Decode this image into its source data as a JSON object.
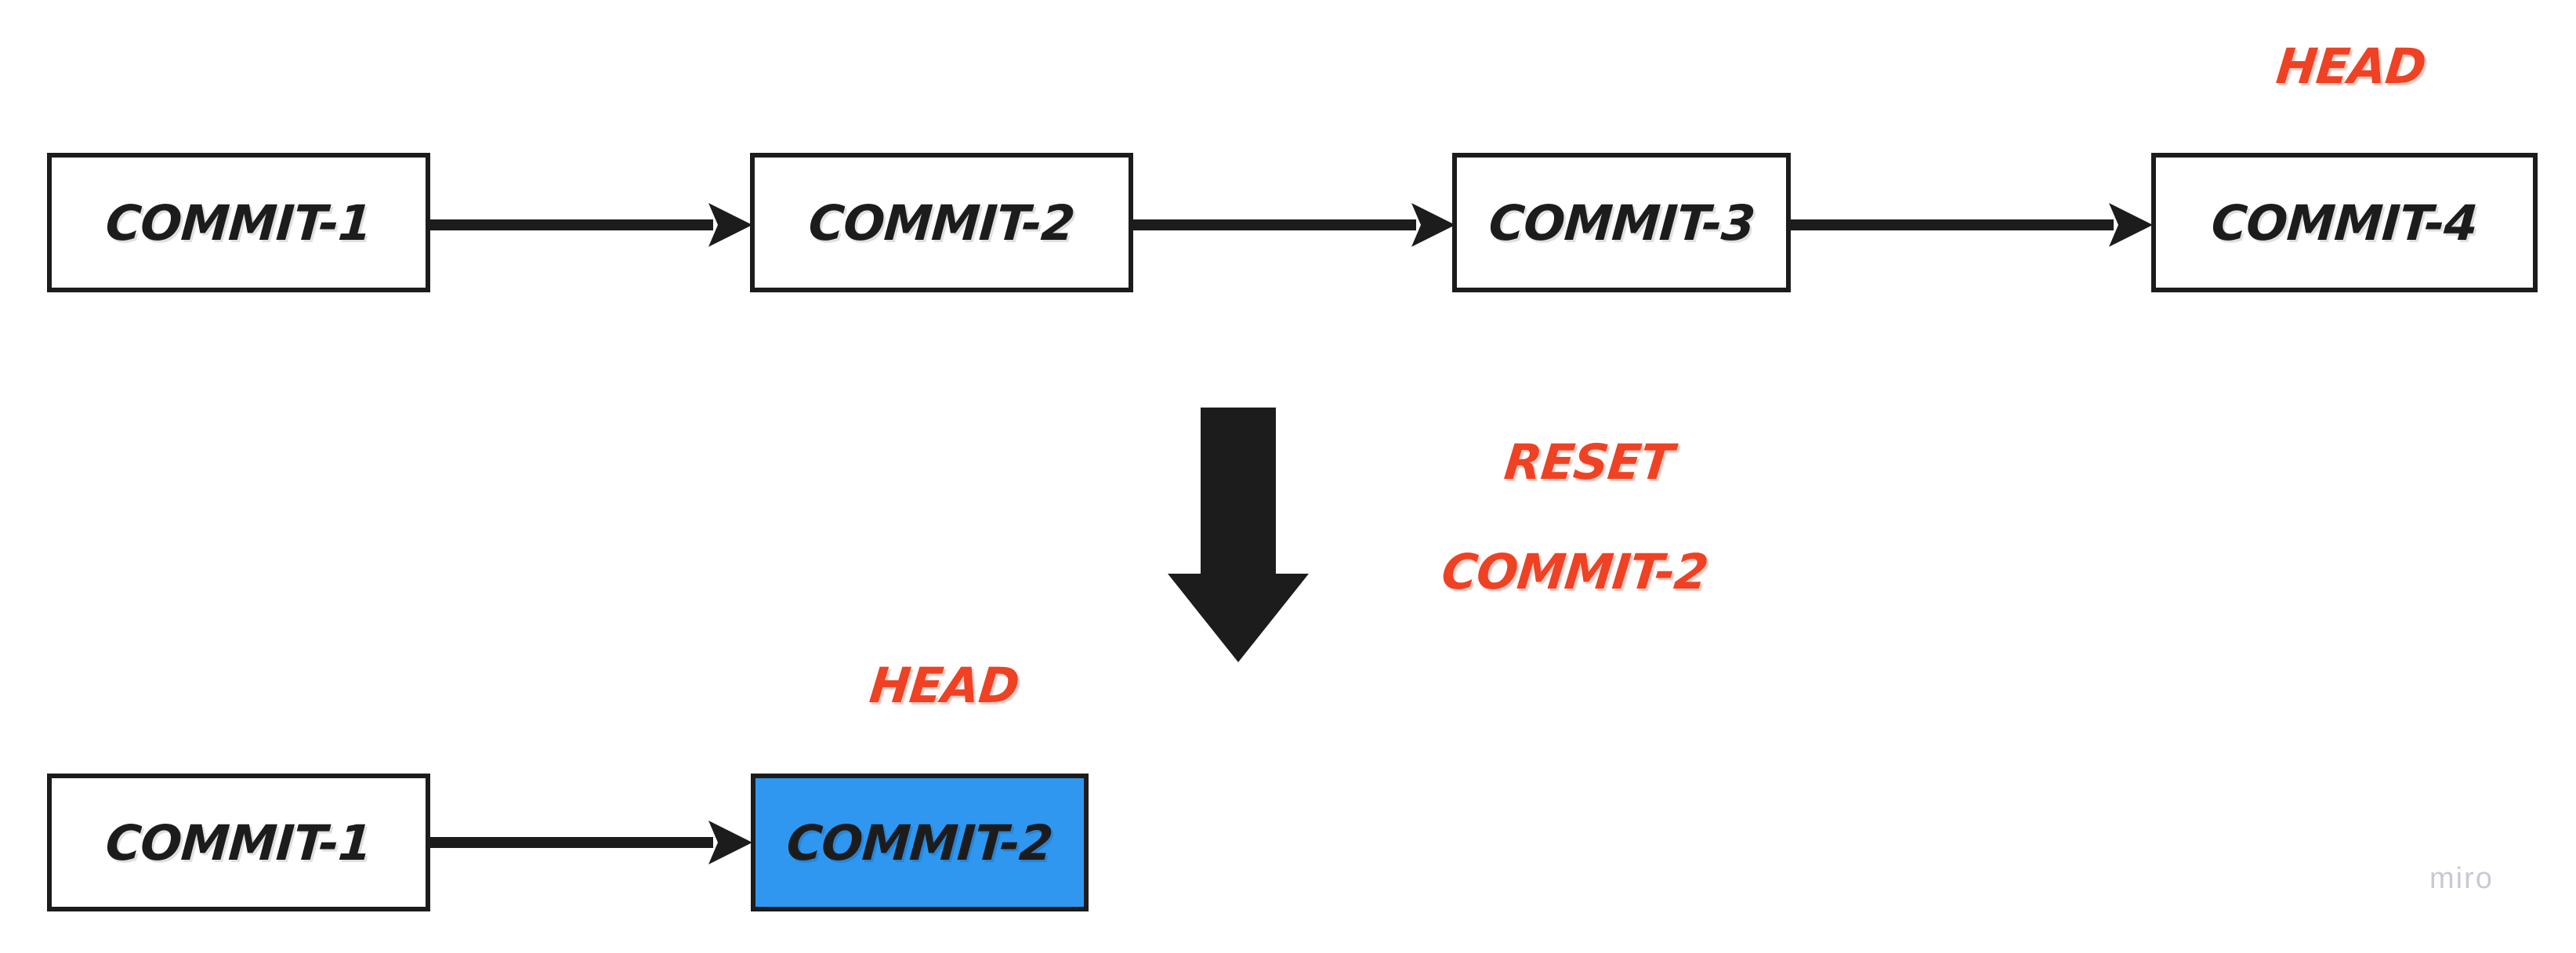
{
  "diagram": {
    "title_text_color": "#1c1c1c",
    "accent_red": "#ef4123",
    "highlight_blue": "#2f97ef",
    "background": "#ffffff"
  },
  "before_row": {
    "head_label": "HEAD",
    "nodes": [
      {
        "label": "COMMIT-1",
        "highlighted": false
      },
      {
        "label": "COMMIT-2",
        "highlighted": false
      },
      {
        "label": "COMMIT-3",
        "highlighted": false
      },
      {
        "label": "COMMIT-4",
        "highlighted": false
      }
    ]
  },
  "operation": {
    "line1": "RESET",
    "line2": "COMMIT-2"
  },
  "after_row": {
    "head_label": "HEAD",
    "nodes": [
      {
        "label": "COMMIT-1",
        "highlighted": false
      },
      {
        "label": "COMMIT-2",
        "highlighted": true
      }
    ]
  },
  "watermark": {
    "text": "miro"
  }
}
